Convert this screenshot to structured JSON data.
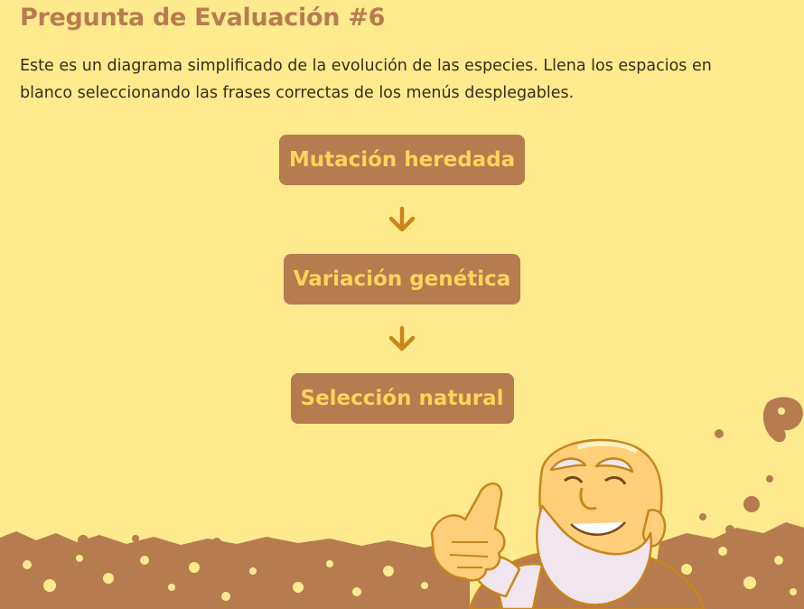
{
  "question": {
    "title": "Pregunta de Evaluación #6",
    "instructions": "Este es un diagrama simplificado de la evolución de las especies. Llena los espacios en blanco seleccionando las frases correctas de los menús desplegables."
  },
  "diagram": {
    "steps": [
      {
        "label": "Mutación heredada"
      },
      {
        "label": "Variación genética"
      },
      {
        "label": "Selección natural"
      }
    ],
    "arrow_icon": "arrow-down-icon"
  },
  "colors": {
    "background": "#ffeb8e",
    "title": "#b87c4f",
    "box": "#b67b4f",
    "box_text": "#ffd45a",
    "arrow": "#c8861c",
    "ground": "#b67b4f"
  },
  "illustration": {
    "icon": "darwin-thumbs-up-character"
  }
}
